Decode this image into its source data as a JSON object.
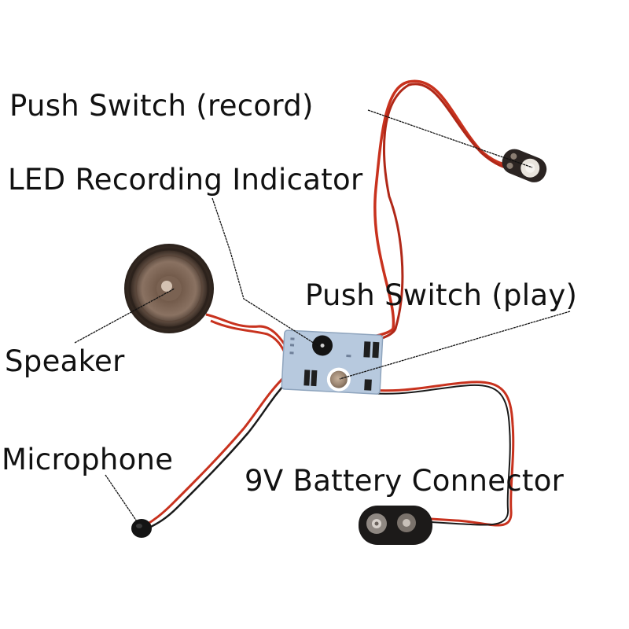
{
  "diagram": {
    "labels": {
      "record_switch": "Push Switch (record)",
      "led": "LED Recording Indicator",
      "play_switch": "Push Switch (play)",
      "speaker": "Speaker",
      "microphone": "Microphone",
      "battery": "9V Battery Connector"
    },
    "colors": {
      "wire_red": "#c8321e",
      "wire_black": "#1a1a1a",
      "pcb": "#b7c9de",
      "speaker": "#4a3a30",
      "leader_line": "#111111"
    }
  }
}
